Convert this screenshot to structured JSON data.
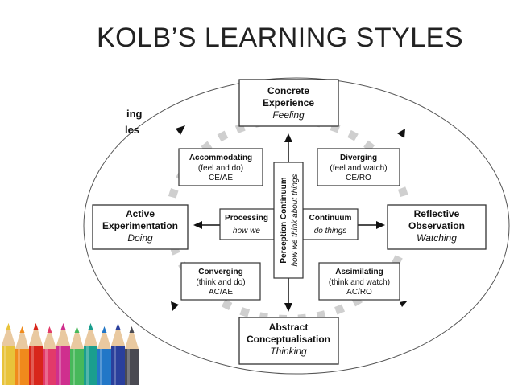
{
  "slide": {
    "title": "KOLB’S LEARNING STYLES",
    "partial_label": [
      "ing",
      "les"
    ]
  },
  "modes": {
    "concrete": {
      "title": [
        "Concrete",
        "Experience"
      ],
      "sub": "Feeling"
    },
    "reflective": {
      "title": [
        "Reflective",
        "Observation"
      ],
      "sub": "Watching"
    },
    "abstract": {
      "title": [
        "Abstract",
        "Conceptualisation"
      ],
      "sub": "Thinking"
    },
    "active": {
      "title": [
        "Active",
        "Experimentation"
      ],
      "sub": "Doing"
    }
  },
  "styles": {
    "accommodating": {
      "name": "Accommodating",
      "desc": "(feel and do)",
      "code": "CE/AE"
    },
    "diverging": {
      "name": "Diverging",
      "desc": "(feel and watch)",
      "code": "CE/RO"
    },
    "converging": {
      "name": "Converging",
      "desc": "(think and do)",
      "code": "AC/AE"
    },
    "assimilating": {
      "name": "Assimilating",
      "desc": "(think and watch)",
      "code": "AC/RO"
    }
  },
  "continuum": {
    "processing_left": {
      "title": "Processing",
      "sub": "how we"
    },
    "processing_right": {
      "title": "Continuum",
      "sub": "do things"
    },
    "perception": {
      "title": "Perception Continuum",
      "sub": "how we think about things"
    }
  },
  "colors": {
    "box_border": "#333333",
    "dash": "#cccccc",
    "pencils": [
      "#e8c33a",
      "#f08a1c",
      "#d8261b",
      "#e23a6a",
      "#cf2f8e",
      "#47b85a",
      "#1a9e8e",
      "#2277c7",
      "#2a3f9c",
      "#4a4a52"
    ]
  }
}
